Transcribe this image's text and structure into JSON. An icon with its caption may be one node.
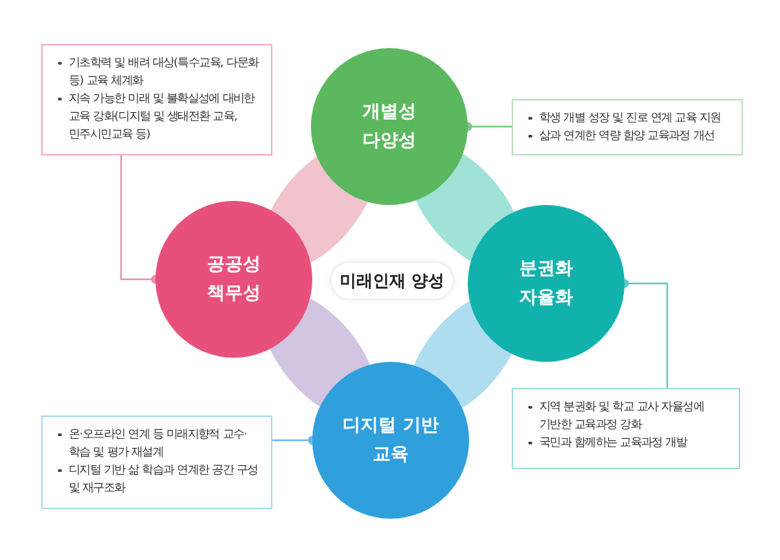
{
  "diagram": {
    "nodes": [
      {
        "text": [
          "기초학력 및 배려 대상(특수교육, 다문화 등) 교육 체계화",
          "지속 가능한 미래 및 불확실성에 대비한 교육 강화(디지털 및 생태전환 교육, 민주시민교육 등)"
        ]
      },
      {
        "text": [
          "개별성 다양성"
        ]
      },
      {
        "text": [
          "학생 개별 성장 및 진로 연계 교육 지원",
          "삶과 연계한 역량 함양 교육과정 개선"
        ]
      },
      {
        "text": [
          "공공성 책무성"
        ]
      },
      {
        "text": [
          "미래인재 양성"
        ]
      },
      {
        "text": [
          "분권화 자율화"
        ]
      },
      {
        "text": [
          "지역 분권화 및 학교 교사 자율성에 기반한 교육과정 강화",
          "국민과 함께하는 교육과정 개발"
        ]
      },
      {
        "text": [
          "온·오프라인 연계 등 미래지향적 교수·학습 및 평가 재설계",
          "디지털 기반 삶 학습과 연계한 공간 구성 및 재구조화"
        ]
      },
      {
        "text": [
          "디지털 기반 교육"
        ]
      }
    ],
    "edges": [
      {
        "from": 0,
        "to": 3,
        "arrow": "other",
        "color": "#ea8fb0"
      },
      {
        "from": 2,
        "to": 1,
        "arrow": "other",
        "color": "#7cc97f"
      },
      {
        "from": 6,
        "to": 5,
        "arrow": "other",
        "color": "#5fc9c6"
      },
      {
        "from": 7,
        "to": 8,
        "arrow": "other",
        "color": "#6cbbe6"
      }
    ]
  }
}
